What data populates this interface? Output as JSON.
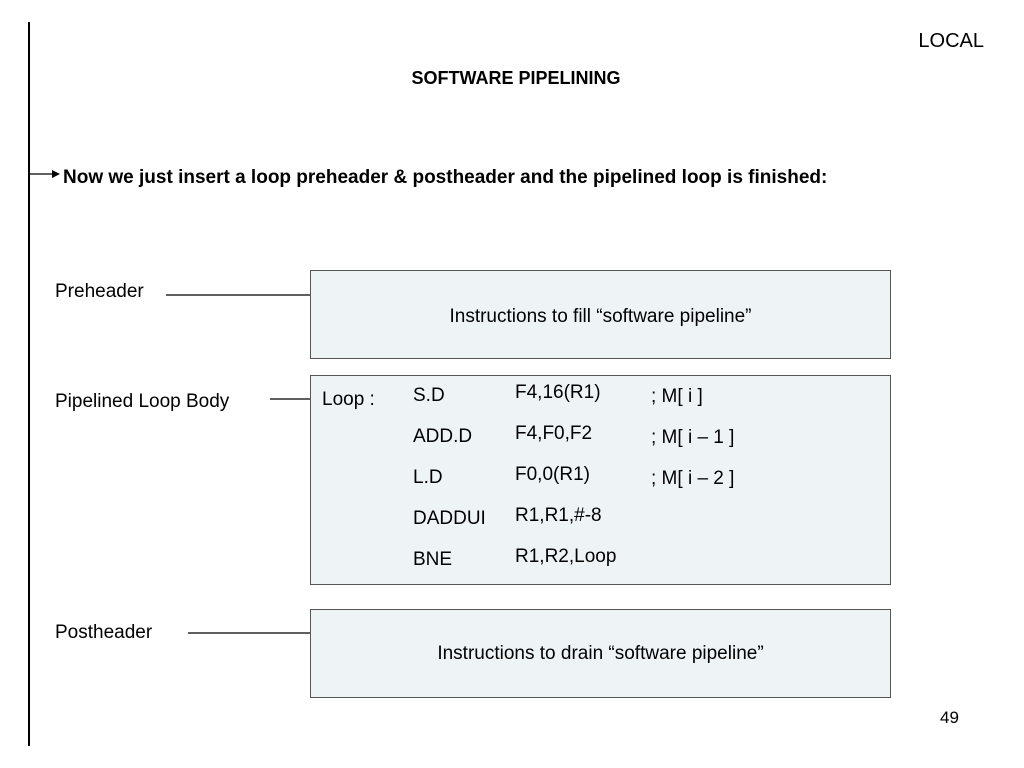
{
  "slide": {
    "corner_label": "LOCAL",
    "title": "SOFTWARE PIPELINING",
    "bullet": "Now we just insert a loop preheader & postheader and the pipelined loop is finished:",
    "page_number": "49"
  },
  "diagram": {
    "preheader": {
      "label": "Preheader",
      "box_text": "Instructions to fill “software pipeline”"
    },
    "loop_body": {
      "label": "Pipelined Loop Body",
      "loop_label": "Loop :",
      "rows": [
        {
          "op": "S.D",
          "args": "F4,16(R1)",
          "comment": "; M[ i ]"
        },
        {
          "op": "ADD.D",
          "args": "F4,F0,F2",
          "comment": "; M[ i – 1 ]"
        },
        {
          "op": "L.D",
          "args": "F0,0(R1)",
          "comment": "; M[ i – 2 ]"
        },
        {
          "op": "DADDUI",
          "args": "R1,R1,#-8",
          "comment": ""
        },
        {
          "op": "BNE",
          "args": "R1,R2,Loop",
          "comment": ""
        }
      ]
    },
    "postheader": {
      "label": "Postheader",
      "box_text": "Instructions to drain “software pipeline”"
    },
    "colors": {
      "box_fill": "#eef4f6",
      "box_border": "#555555",
      "text": "#000000"
    }
  }
}
